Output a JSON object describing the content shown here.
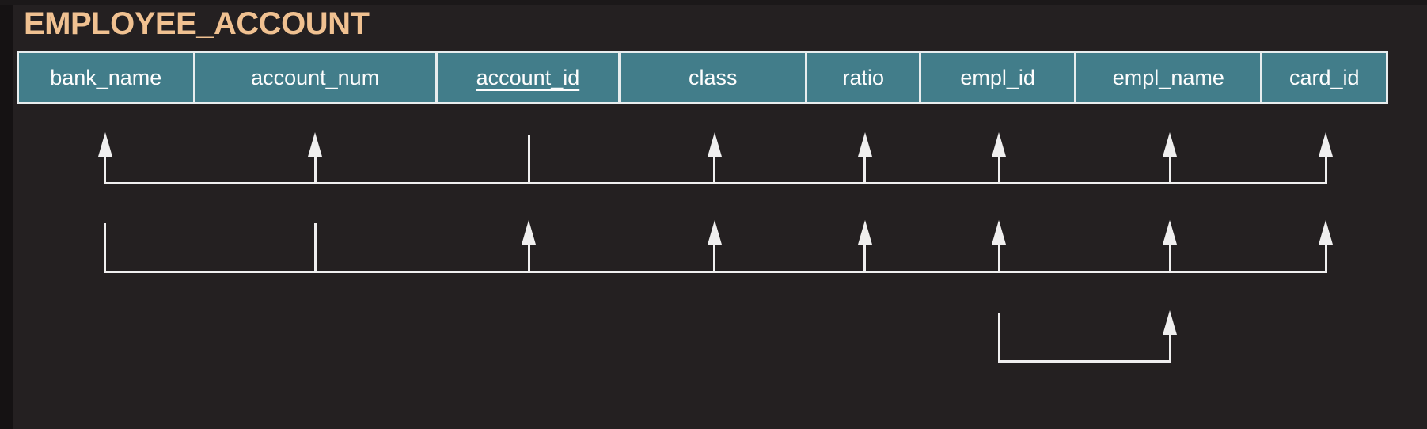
{
  "title": "EMPLOYEE_ACCOUNT",
  "table": {
    "name": "EMPLOYEE_ACCOUNT",
    "columns": [
      {
        "key": "bank_name",
        "label": "bank_name",
        "underlined": false
      },
      {
        "key": "account_num",
        "label": "account_num",
        "underlined": false
      },
      {
        "key": "account_id",
        "label": "account_id",
        "underlined": true
      },
      {
        "key": "class",
        "label": "class",
        "underlined": false
      },
      {
        "key": "ratio",
        "label": "ratio",
        "underlined": false
      },
      {
        "key": "empl_id",
        "label": "empl_id",
        "underlined": false
      },
      {
        "key": "empl_name",
        "label": "empl_name",
        "underlined": false
      },
      {
        "key": "card_id",
        "label": "card_id",
        "underlined": false
      }
    ]
  },
  "functional_dependencies": [
    {
      "determinants": [
        "account_id"
      ],
      "dependents": [
        "bank_name",
        "account_num",
        "class",
        "ratio",
        "empl_id",
        "empl_name",
        "card_id"
      ]
    },
    {
      "determinants": [
        "bank_name",
        "account_num"
      ],
      "dependents": [
        "account_id",
        "class",
        "ratio",
        "empl_id",
        "empl_name",
        "card_id"
      ]
    },
    {
      "determinants": [
        "empl_id"
      ],
      "dependents": [
        "empl_name"
      ]
    }
  ],
  "colors": {
    "background": "#242021",
    "header_fill": "#427d8a",
    "header_border": "#e8edee",
    "header_text": "#fdfdfd",
    "title_text": "#f0c191",
    "line": "#f0efef"
  }
}
